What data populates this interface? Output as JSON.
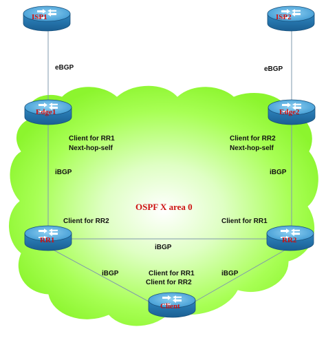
{
  "cloud": {
    "label": "OSPF X area 0",
    "fill_color": "#99ff33",
    "center_color": "#ffffff"
  },
  "routers": {
    "isp1": "ISP1",
    "isp2": "ISP2",
    "edge1": "Edge1",
    "edge2": "Edge2",
    "rr1": "RR1",
    "rr2": "RR2",
    "client": "Client"
  },
  "links": {
    "isp1_edge1": "eBGP",
    "isp2_edge2": "eBGP",
    "edge1_rr1": "iBGP",
    "edge2_rr2": "iBGP",
    "rr1_rr2": "iBGP",
    "rr1_client": "iBGP",
    "rr2_client": "iBGP"
  },
  "annotations": {
    "edge1_client": "Client for RR1",
    "edge1_nhs": "Next-hop-self",
    "edge2_client": "Client for RR2",
    "edge2_nhs": "Next-hop-self",
    "rr1_note": "Client for RR2",
    "rr2_note": "Client for RR1",
    "client_rr1": "Client for RR1",
    "client_rr2": "Client for RR2"
  },
  "colors": {
    "router_body": "#2a7fb8",
    "router_top": "#5fb3e3",
    "router_label": "#cc1111",
    "link": "#7f98ad"
  }
}
